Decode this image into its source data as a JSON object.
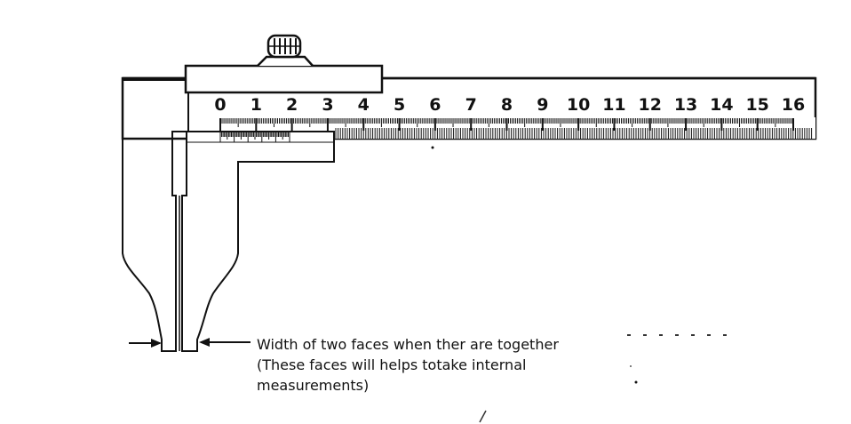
{
  "scale": {
    "numbers": [
      "0",
      "1",
      "2",
      "3",
      "4",
      "5",
      "6",
      "7",
      "8",
      "9",
      "10",
      "11",
      "12",
      "13",
      "14",
      "15",
      "16"
    ]
  },
  "annotation": {
    "line1": "Width of two faces when ther are together",
    "line2": "(These faces will helps totake internal",
    "line3": "measurements)"
  }
}
